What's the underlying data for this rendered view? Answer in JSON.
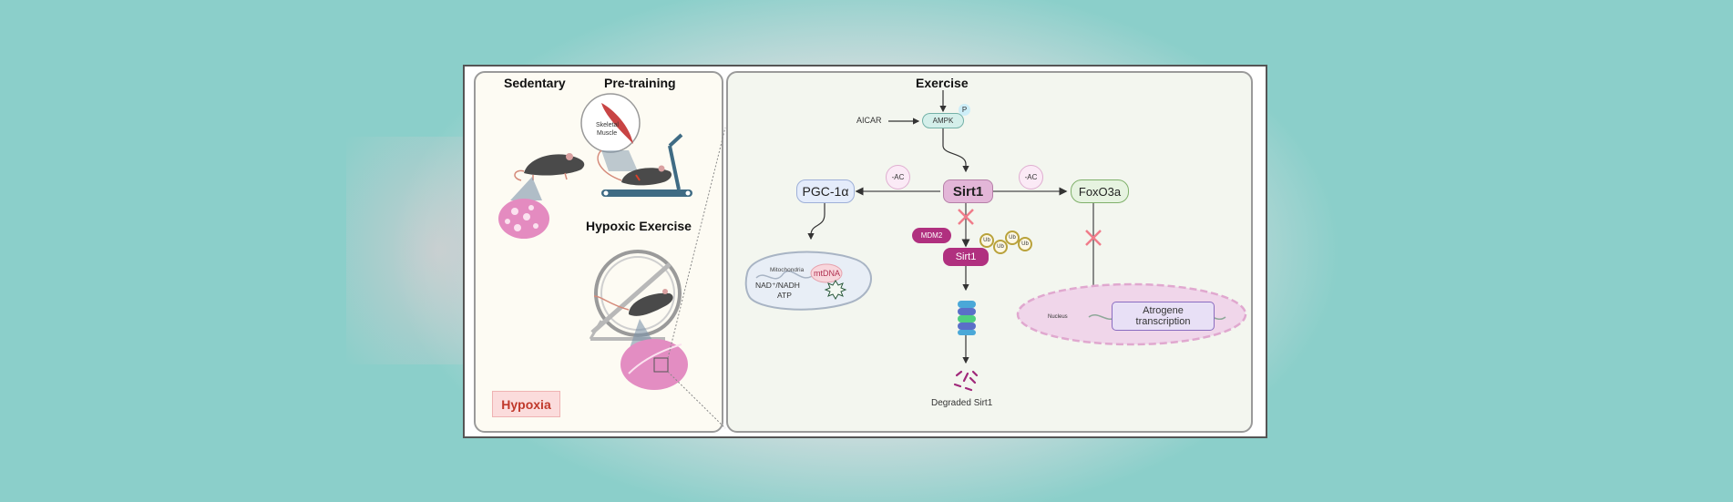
{
  "left_panel": {
    "sedentary_label": "Sedentary",
    "pretraining_label": "Pre-training",
    "skeletal_muscle_label": "Skeletal\nMuscle",
    "hypoxic_exercise_label": "Hypoxic Exercise",
    "hypoxia_badge": "Hypoxia"
  },
  "right_panel": {
    "exercise_label": "Exercise",
    "aicar_label": "AICAR",
    "ampk_label": "AMPK",
    "phospho_label": "P",
    "sirt1_label": "Sirt1",
    "pgc1a_label": "PGC-1α",
    "foxo3a_label": "FoxO3a",
    "deacetylation_left": "-AC",
    "deacetylation_right": "-AC",
    "mdm2_label": "MDM2",
    "sirt1_ub_label": "Sirt1",
    "ub_labels": [
      "Ub",
      "Ub",
      "Ub",
      "Ub"
    ],
    "mitochondria_label": "Mitochondria",
    "mtdna_label": "mtDNA",
    "nad_label": "NAD⁺/NADH",
    "atp_label": "ATP",
    "degraded_label": "Degraded Sirt1",
    "nucleus_label": "Nucleus",
    "atrogene_label": "Atrogene transcription"
  },
  "colors": {
    "background": "#8bcfca",
    "sirt1_fill": "#e3b6d8",
    "mdm2_fill": "#b0307f",
    "ampk_fill": "#d4efea",
    "pgc1a_fill": "#e4ecfb",
    "foxo3a_fill": "#e6f3e0",
    "inhibit_x": "#f07c8a",
    "hypoxia_text": "#c0392b"
  }
}
